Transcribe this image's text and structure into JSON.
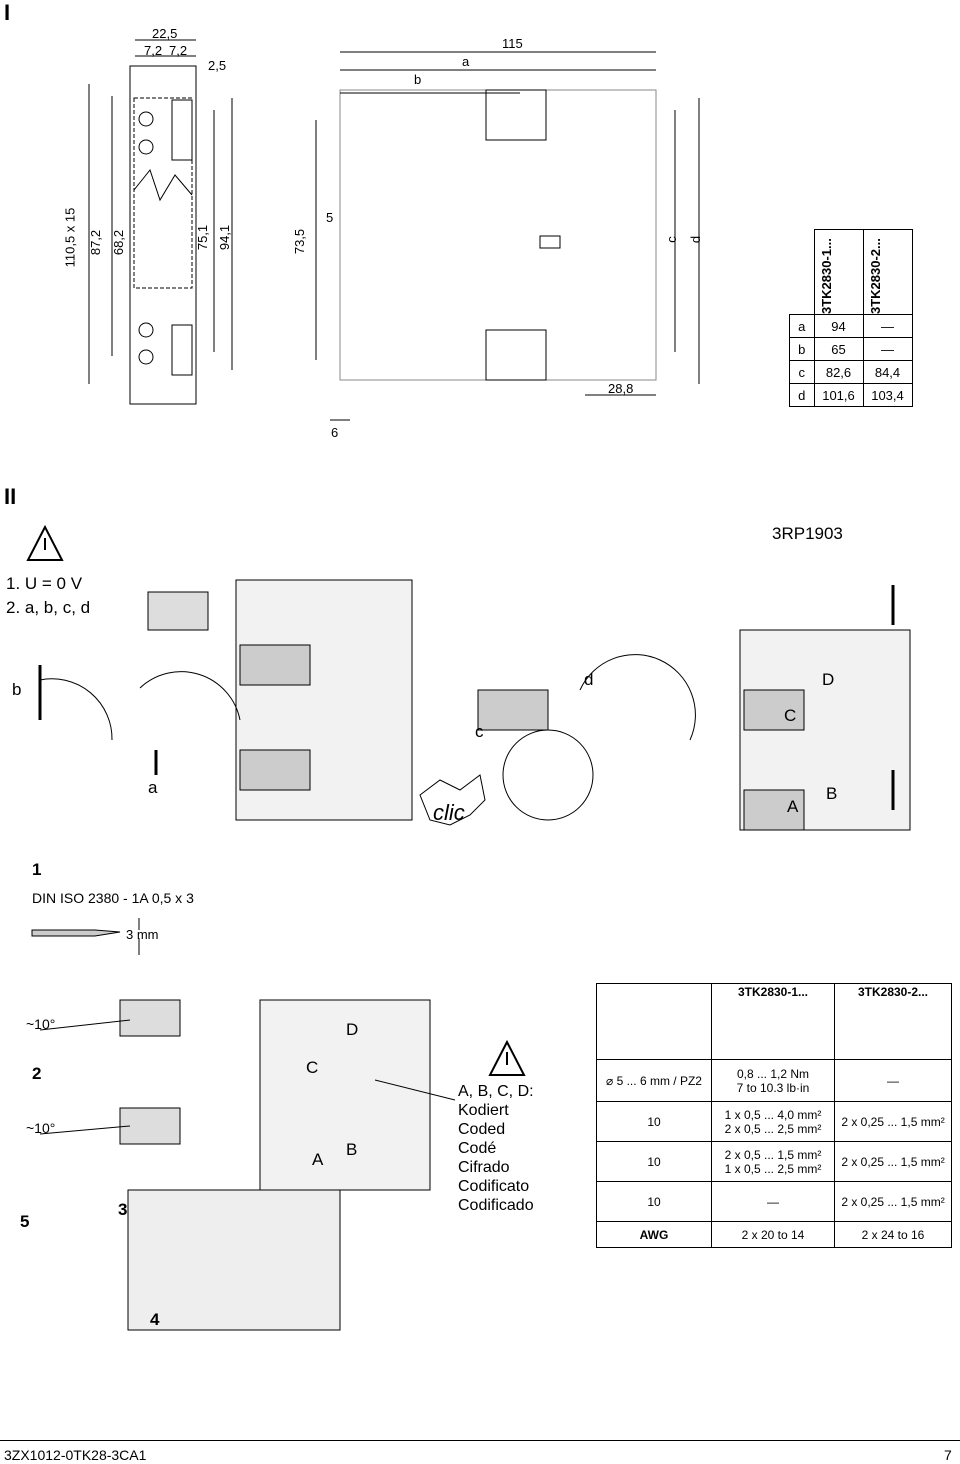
{
  "section1": {
    "label": "I",
    "dims_top": [
      "22,5",
      "7,2",
      "7,2",
      "2,5"
    ],
    "dims_left": [
      "110,5 x 15",
      "87,2",
      "68,2"
    ],
    "dims_right": [
      "75,1",
      "94,1"
    ],
    "dims_side": [
      "73,5",
      "5",
      "6",
      "28,8"
    ],
    "dims_width": [
      "115",
      "a",
      "b",
      "c",
      "d"
    ],
    "table": {
      "headers": [
        "3TK2830-1...",
        "3TK2830-2..."
      ],
      "rows": [
        {
          "k": "a",
          "v1": "94",
          "v2": "—"
        },
        {
          "k": "b",
          "v1": "65",
          "v2": "—"
        },
        {
          "k": "c",
          "v1": "82,6",
          "v2": "84,4"
        },
        {
          "k": "d",
          "v1": "101,6",
          "v2": "103,4"
        }
      ]
    }
  },
  "section2": {
    "label": "II",
    "step1": "1. U = 0 V",
    "step2": "2. a, b, c, d",
    "part": "3RP1903",
    "letters": [
      "b",
      "a",
      "c",
      "d",
      "D",
      "C",
      "A",
      "B"
    ],
    "clic": "clic"
  },
  "tool": {
    "num": "1",
    "spec": "DIN ISO 2380 - 1A 0,5 x 3",
    "width": "3 mm"
  },
  "wiring": {
    "angle1": "~10°",
    "angle2": "~10°",
    "step2": "2",
    "step3": "3",
    "step4": "4",
    "step5": "5",
    "coding_title": "A, B, C, D:",
    "coding_words": [
      "Kodiert",
      "Coded",
      "Codé",
      "Cifrado",
      "Codificato",
      "Codificado"
    ],
    "module_letters": [
      "D",
      "C",
      "A",
      "B"
    ]
  },
  "spec_table": {
    "headers": [
      "3TK2830-1...",
      "3TK2830-2..."
    ],
    "screwdriver": "5 ... 6 mm / PZ2",
    "torque1": "0,8 ... 1,2 Nm",
    "torque2": "7 to 10.3 lb·in",
    "dash": "—",
    "strip": "10",
    "r1a": "1 x 0,5 ... 4,0 mm²",
    "r1b": "2 x 0,5 ... 2,5 mm²",
    "r1c": "2 x 0,25 ... 1,5 mm²",
    "r2a": "2 x 0,5 ... 1,5 mm²",
    "r2b": "1 x 0,5 ... 2,5 mm²",
    "r2c": "2 x 0,25 ... 1,5 mm²",
    "r3c": "2 x 0,25 ... 1,5 mm²",
    "awg": "AWG",
    "awg1": "2 x 20 to 14",
    "awg2": "2 x 24 to 16"
  },
  "footer": {
    "code": "3ZX1012-0TK28-3CA1",
    "page": "7"
  }
}
